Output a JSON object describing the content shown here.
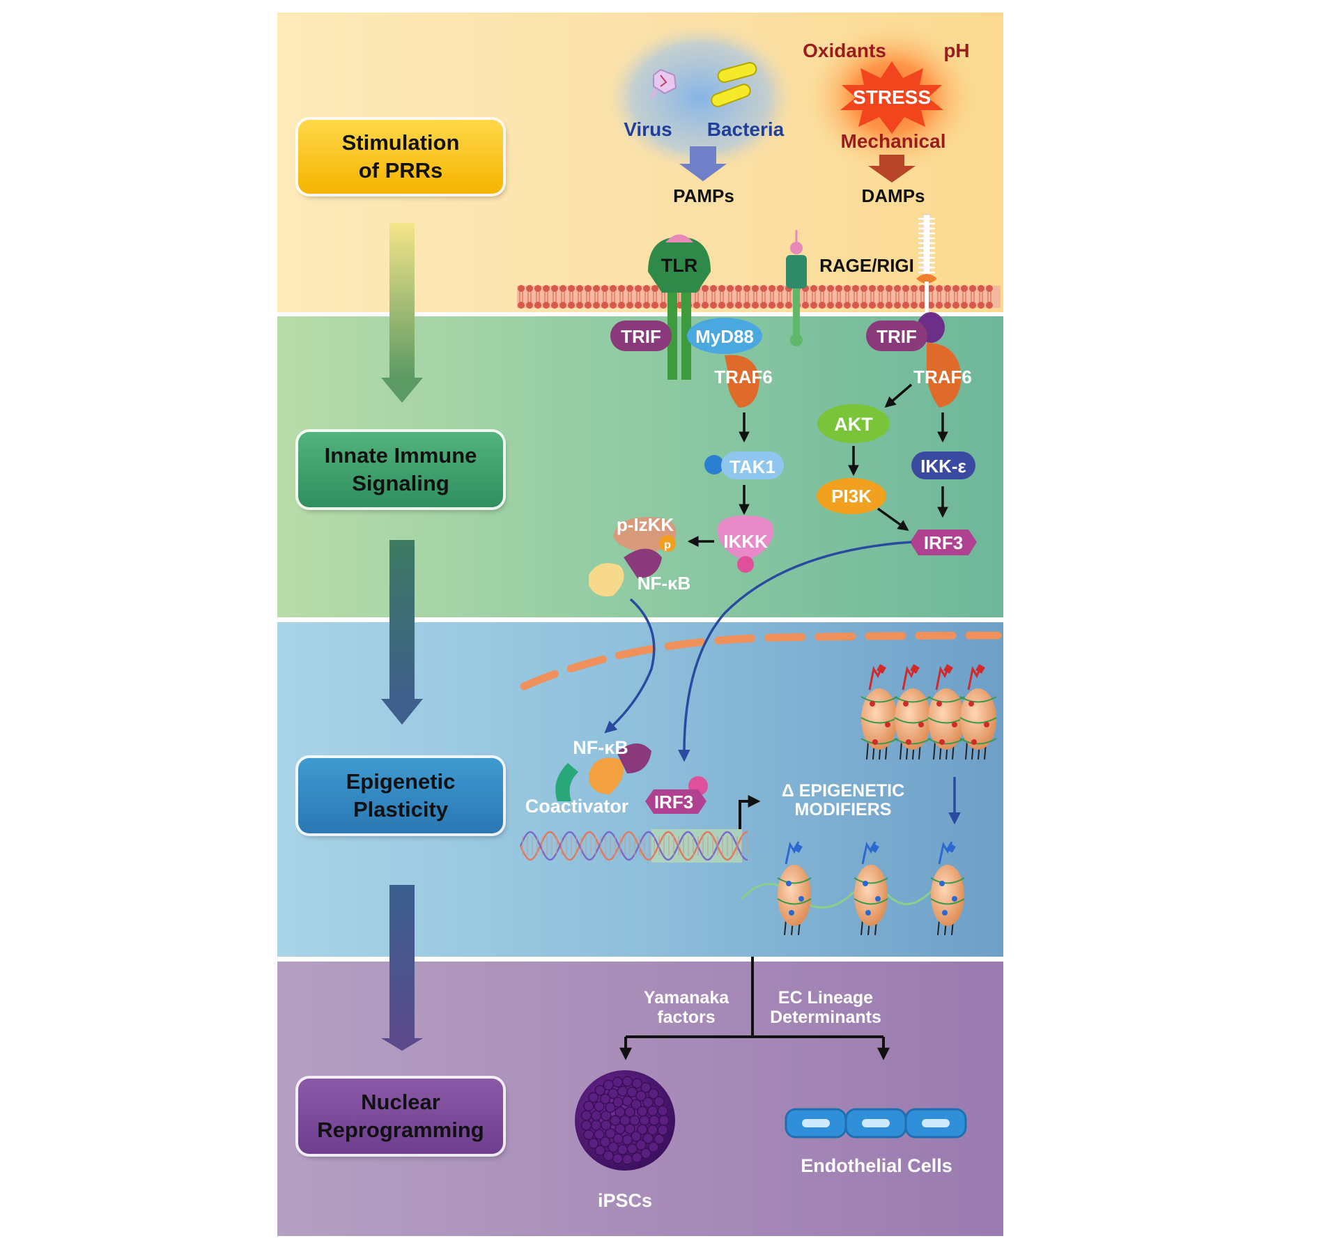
{
  "stages": [
    {
      "line1": "Stimulation",
      "line2": "of PRRs"
    },
    {
      "line1": "Innate Immune",
      "line2": "Signaling"
    },
    {
      "line1": "Epigenetic",
      "line2": "Plasticity"
    },
    {
      "line1": "Nuclear",
      "line2": "Reprogramming"
    }
  ],
  "stimuli": {
    "virus": "Virus",
    "bacteria": "Bacteria",
    "pamps": "PAMPs",
    "oxidants": "Oxidants",
    "ph": "pH",
    "stress": "STRESS",
    "mechanical": "Mechanical",
    "damps": "DAMPs"
  },
  "receptors": {
    "tlr": "TLR",
    "rage_rigi": "RAGE/RIGI"
  },
  "signaling": {
    "trif_left": "TRIF",
    "myd88": "MyD88",
    "traf6_left": "TRAF6",
    "tak1": "TAK1",
    "ikkk": "IKKK",
    "p_izkk": "p-IzKK",
    "p": "p",
    "nfkb_cyto": "NF-κB",
    "trif_right": "TRIF",
    "traf6_right": "TRAF6",
    "akt": "AKT",
    "pi3k": "PI3K",
    "ikk_e": "IKK-ε",
    "irf3_cyto": "IRF3"
  },
  "nucleus": {
    "nfkb": "NF-κB",
    "coactivator": "Coactivator",
    "irf3": "IRF3",
    "epi_line1": "Δ EPIGENETIC",
    "epi_line2": "MODIFIERS"
  },
  "reprogramming": {
    "yamanaka_line1": "Yamanaka",
    "yamanaka_line2": "factors",
    "ec_line1": "EC Lineage",
    "ec_line2": "Determinants",
    "ipscs": "iPSCs",
    "endothelial": "Endothelial Cells"
  },
  "colors": {
    "band_stimulation": "#fbe2a8",
    "band_signaling": "#86c5a0",
    "band_epigenetic": "#86b8d8",
    "band_reprogramming": "#ab8fb9",
    "arrow_blue": "#2a4aa0",
    "stress_red": "#9a1c1c",
    "virus_blue": "#1f3f9a"
  }
}
